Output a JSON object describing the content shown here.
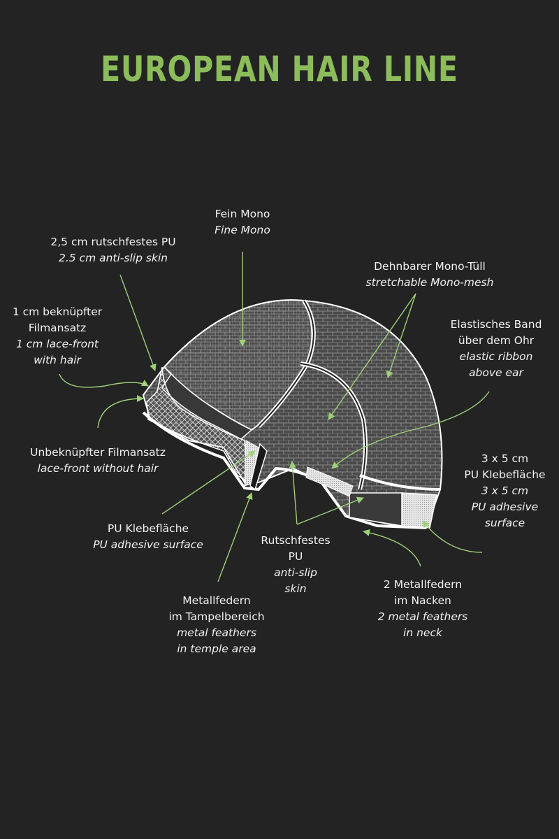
{
  "title": "EUROPEAN HAIR LINE",
  "colors": {
    "background": "#232323",
    "title": "#8cbd5a",
    "arrow": "#9fd07a",
    "line": "#ffffff"
  },
  "labels": {
    "fine_mono": {
      "de": "Fein Mono",
      "en": "Fine Mono"
    },
    "anti_slip_25": {
      "de": "2,5 cm rutschfestes PU",
      "en": "2.5 cm anti-slip skin"
    },
    "lace_front_hair": {
      "de1": "1 cm beknüpfter",
      "de2": "Filmansatz",
      "en1": "1 cm lace-front",
      "en2": "with hair"
    },
    "mono_mesh": {
      "de": "Dehnbarer Mono-Tüll",
      "en": "stretchable Mono-mesh"
    },
    "elastic_band": {
      "de1": "Elastisches Band",
      "de2": "über dem Ohr",
      "en1": "elastic ribbon",
      "en2": "above ear"
    },
    "lace_front_no_hair": {
      "de": "Unbeknüpfter Filmansatz",
      "en": "lace-front without hair"
    },
    "pu_adhesive_35": {
      "de1": "3 x 5 cm",
      "de2": "PU Klebefläche",
      "en1": "3 x 5 cm",
      "en2": "PU adhesive",
      "en3": "surface"
    },
    "pu_adhesive": {
      "de": "PU Klebefläche",
      "en": "PU adhesive surface"
    },
    "anti_slip": {
      "de1": "Rutschfestes",
      "de2": "PU",
      "en1": "anti-slip",
      "en2": "skin"
    },
    "metal_neck": {
      "de1": "2 Metallfedern",
      "de2": "im Nacken",
      "en1": "2 metal feathers",
      "en2": "in neck"
    },
    "metal_temple": {
      "de1": "Metallfedern",
      "de2": "im Tampelbereich",
      "en1": "metal feathers",
      "en2": "in temple area"
    }
  }
}
